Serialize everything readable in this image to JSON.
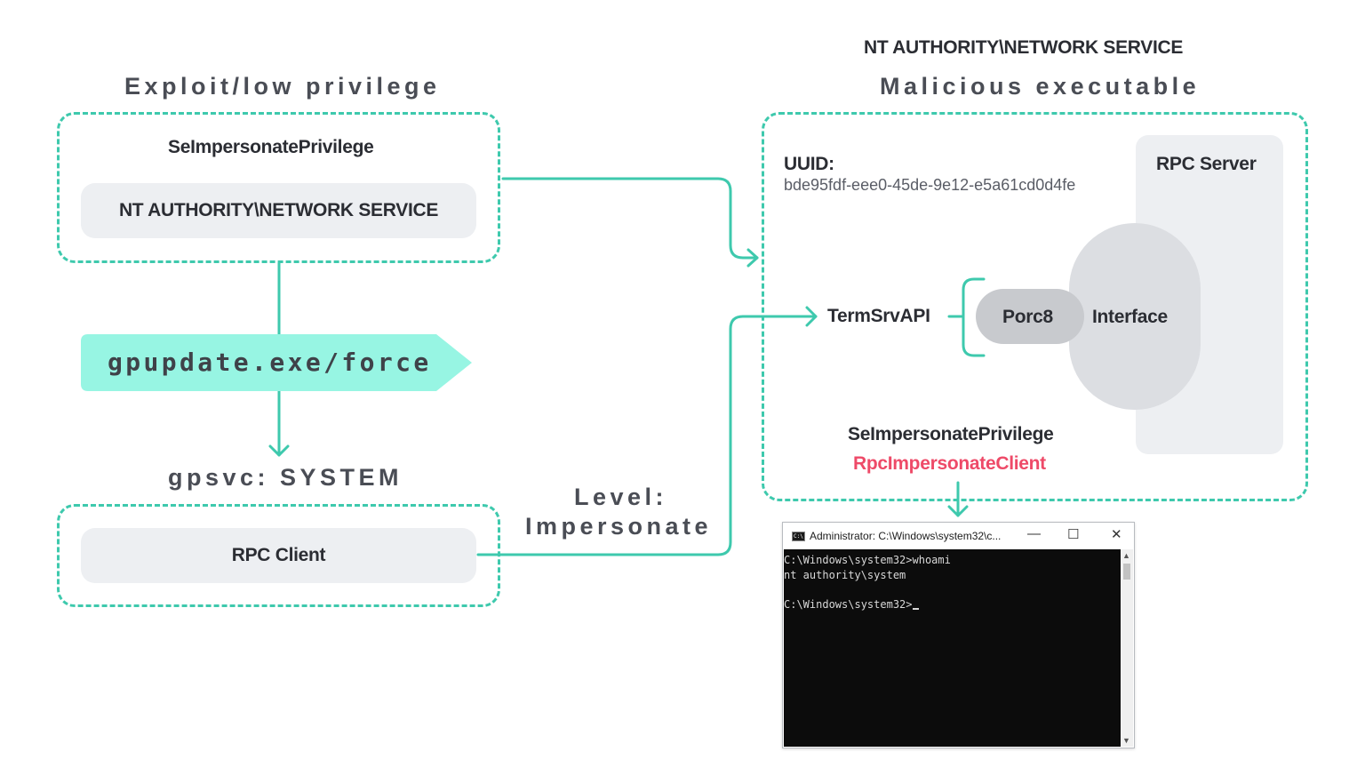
{
  "colors": {
    "accent": "#3ec9ad",
    "command_fill": "#97f5e3",
    "danger_text": "#ee4a68",
    "pill_fill": "#edeff2",
    "shape_fill": "#dcdee2"
  },
  "left": {
    "title": "Exploit/low privilege",
    "box1": {
      "privilege": "SeImpersonatePrivilege",
      "account": "NT AUTHORITY\\NETWORK SERVICE"
    },
    "command": "gpupdate.exe/force",
    "service_label": "gpsvc: SYSTEM",
    "box2": {
      "client": "RPC Client"
    },
    "level_line1": "Level:",
    "level_line2": "Impersonate"
  },
  "right": {
    "account": "NT AUTHORITY\\NETWORK SERVICE",
    "title": "Malicious executable",
    "uuid_label": "UUID:",
    "uuid_value": "bde95fdf-eee0-45de-9e12-e5a61cd0d4fe",
    "rpc_server": "RPC Server",
    "termsrv": "TermSrvAPI",
    "porc": "Porc8",
    "interface": "Interface",
    "privilege": "SeImpersonatePrivilege",
    "api_call": "RpcImpersonateClient"
  },
  "cmd": {
    "title": "Administrator: C:\\Windows\\system32\\c...",
    "icon_text": "C:\\",
    "minimize": "—",
    "maximize": "☐",
    "close": "✕",
    "lines": [
      "C:\\Windows\\system32>whoami",
      "nt authority\\system",
      "",
      "C:\\Windows\\system32>"
    ]
  }
}
